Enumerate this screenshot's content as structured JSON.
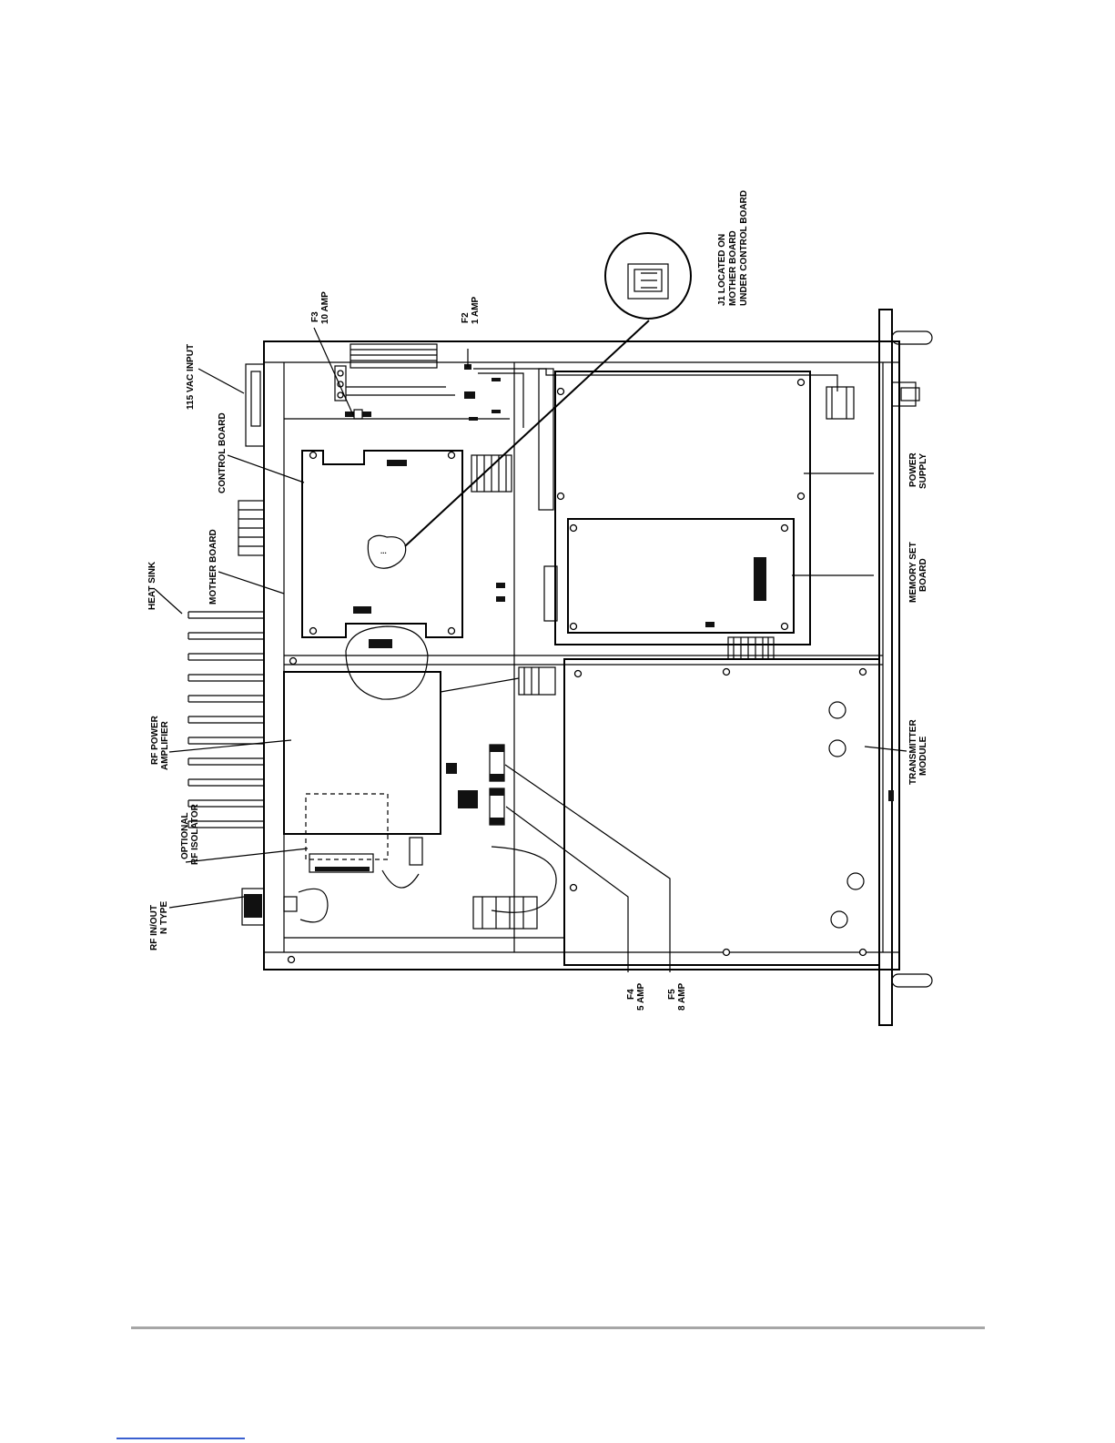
{
  "figure": {
    "labels": {
      "vac_input": "115 VAC INPUT",
      "f3_name": "F3",
      "f3_rating": "10 AMP",
      "f2_name": "F2",
      "f2_rating": "1 AMP",
      "j1_line1": "J1 LOCATED ON",
      "j1_line2": "MOTHER BOARD",
      "j1_line3": "UNDER CONTROL BOARD",
      "control_board": "CONTROL BOARD",
      "mother_board": "MOTHER BOARD",
      "heat_sink": "HEAT SINK",
      "rf_power_line1": "RF POWER",
      "rf_power_line2": "AMPLIFIER",
      "optional_line1": "OPTIONAL",
      "optional_line2": "RF ISOLATOR",
      "rf_inout_line1": "RF IN/OUT",
      "rf_inout_line2": "N TYPE",
      "power_line1": "POWER",
      "power_line2": "SUPPLY",
      "memory_line1": "MEMORY SET",
      "memory_line2": "BOARD",
      "transmitter_line1": "TRANSMITTER",
      "transmitter_line2": "MODULE",
      "f4_name": "F4",
      "f4_rating": "5 AMP",
      "f5_name": "F5",
      "f5_rating": "8 AMP"
    }
  }
}
